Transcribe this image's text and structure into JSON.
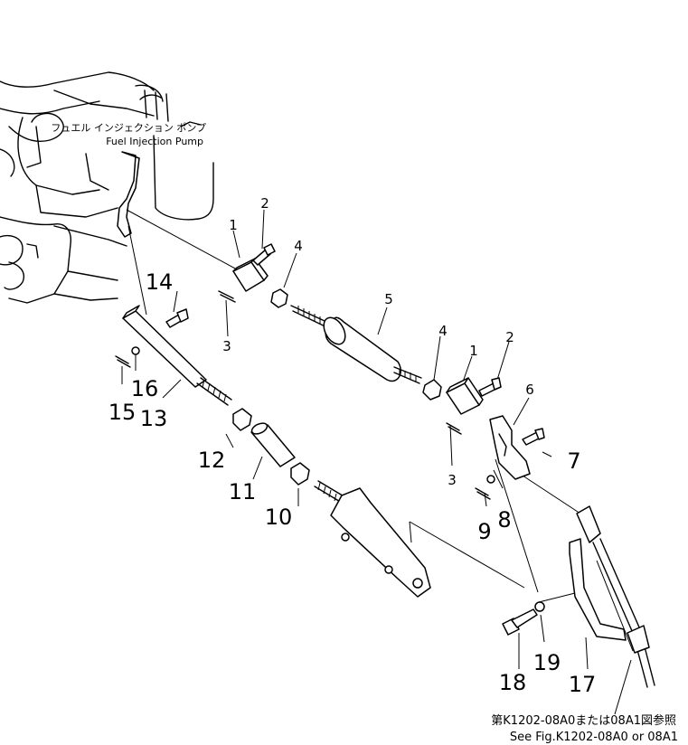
{
  "callouts": {
    "pump_jp": "フュエル インジェクション ポンプ",
    "pump_en": "Fuel Injection Pump",
    "ref_jp": "第K1202-08A0または08A1図参照",
    "ref_en": "See Fig.K1202-08A0 or 08A1"
  },
  "parts": {
    "p1a": "1",
    "p1b": "1",
    "p2a": "2",
    "p2b": "2",
    "p3a": "3",
    "p3b": "3",
    "p4a": "4",
    "p4b": "4",
    "p5": "5",
    "p6": "6",
    "p7": "7",
    "p8": "8",
    "p9": "9",
    "p10": "10",
    "p11": "11",
    "p12": "12",
    "p13": "13",
    "p14": "14",
    "p15": "15",
    "p16": "16",
    "p17": "17",
    "p18": "18",
    "p19": "19"
  }
}
